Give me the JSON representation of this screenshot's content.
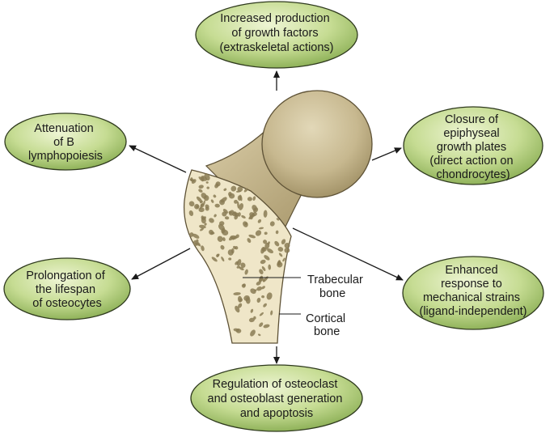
{
  "effects": {
    "top": {
      "lines": [
        "Increased production",
        "of growth factors",
        "(extraskeletal actions)"
      ]
    },
    "upper_left": {
      "lines": [
        "Attenuation",
        "of B",
        "lymphopoiesis"
      ]
    },
    "upper_right": {
      "lines": [
        "Closure of",
        "epiphyseal",
        "growth plates",
        "(direct action on",
        "chondrocytes)"
      ]
    },
    "lower_left": {
      "lines": [
        "Prolongation of",
        "the lifespan",
        "of osteocytes"
      ]
    },
    "lower_right": {
      "lines": [
        "Enhanced",
        "response to",
        "mechanical strains",
        "(ligand-independent)"
      ]
    },
    "bottom": {
      "lines": [
        "Regulation of osteoclast",
        "and osteoblast generation",
        "and apoptosis"
      ]
    }
  },
  "bone_labels": {
    "trabecular": [
      "Trabecular",
      "bone"
    ],
    "cortical": [
      "Cortical",
      "bone"
    ]
  },
  "colors": {
    "oval_fill_light": "#e6f0c4",
    "oval_fill_dark": "#8fb35a",
    "oval_stroke": "#2f3a1e",
    "bone_head": "#cbbd98",
    "bone_cut": "#efe6c8",
    "bone_pores": "#8a7b55",
    "arrow": "#1a1a1a"
  }
}
